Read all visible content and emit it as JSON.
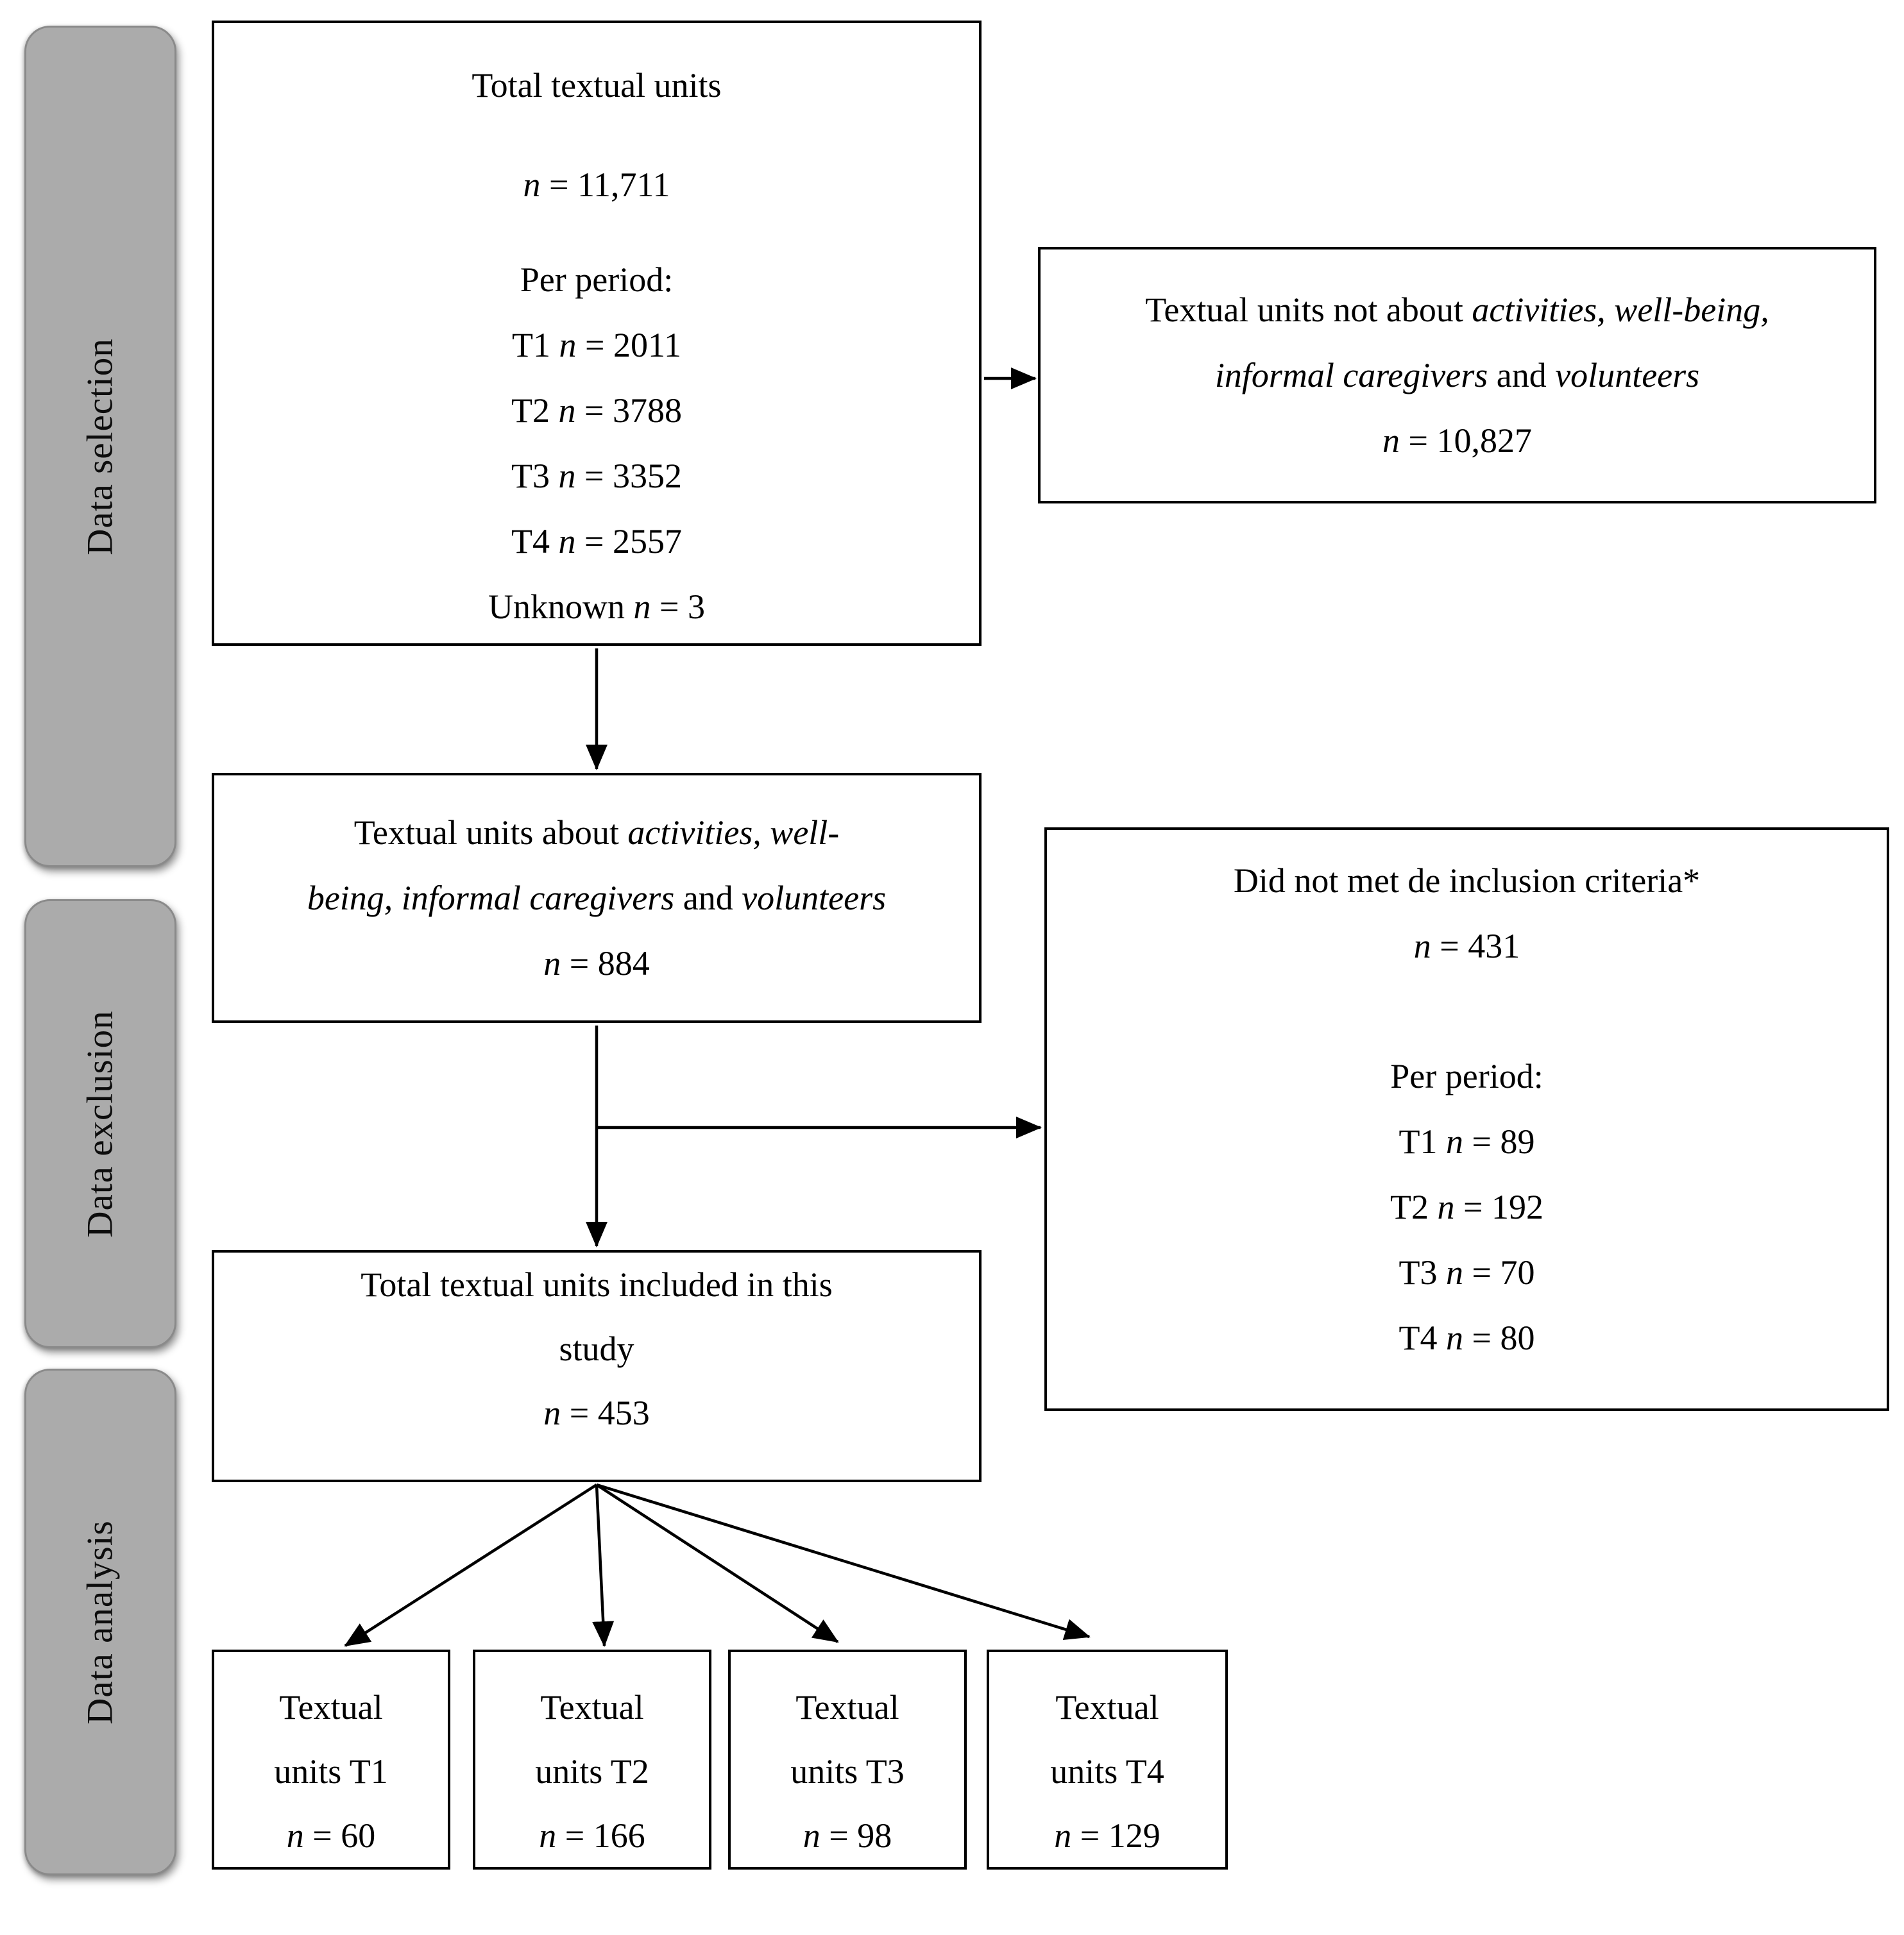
{
  "palette": {
    "background": "#ffffff",
    "box_border": "#000000",
    "text": "#000000",
    "sidebar_fill": "#ababab",
    "sidebar_border": "#8a8a8a",
    "arrow": "#000000"
  },
  "sidebar": {
    "items": [
      {
        "label": "Data selection"
      },
      {
        "label": "Data exclusion"
      },
      {
        "label": "Data analysis"
      }
    ]
  },
  "boxes": {
    "total": {
      "lines": [
        [
          {
            "t": "Total textual units"
          }
        ],
        [
          {
            "t": "n",
            "i": true
          },
          {
            "t": " = 11,711"
          }
        ],
        [
          {
            "t": "Per period:"
          }
        ],
        [
          {
            "t": "T1 "
          },
          {
            "t": "n",
            "i": true
          },
          {
            "t": " = 2011"
          }
        ],
        [
          {
            "t": "T2 "
          },
          {
            "t": "n",
            "i": true
          },
          {
            "t": " = 3788"
          }
        ],
        [
          {
            "t": "T3 "
          },
          {
            "t": "n",
            "i": true
          },
          {
            "t": " = 3352"
          }
        ],
        [
          {
            "t": "T4 "
          },
          {
            "t": "n",
            "i": true
          },
          {
            "t": " = 2557"
          }
        ],
        [
          {
            "t": "Unknown "
          },
          {
            "t": "n",
            "i": true
          },
          {
            "t": " = 3"
          }
        ]
      ]
    },
    "not_about": {
      "lines": [
        [
          {
            "t": "Textual units not about "
          },
          {
            "t": "activities, well-being,",
            "i": true
          }
        ],
        [
          {
            "t": "informal caregivers",
            "i": true
          },
          {
            "t": " and "
          },
          {
            "t": "volunteers",
            "i": true
          }
        ],
        [
          {
            "t": "n",
            "i": true
          },
          {
            "t": " = 10,827"
          }
        ]
      ]
    },
    "about": {
      "lines": [
        [
          {
            "t": "Textual units about "
          },
          {
            "t": "activities, well-",
            "i": true
          }
        ],
        [
          {
            "t": "being, informal caregivers",
            "i": true
          },
          {
            "t": " and "
          },
          {
            "t": "volunteers",
            "i": true
          }
        ],
        [
          {
            "t": "n",
            "i": true
          },
          {
            "t": " = 884"
          }
        ]
      ]
    },
    "excluded": {
      "lines": [
        [
          {
            "t": "Did not met de inclusion criteria*"
          }
        ],
        [
          {
            "t": "n",
            "i": true
          },
          {
            "t": " = 431"
          }
        ],
        [
          {
            "t": "Per period:"
          }
        ],
        [
          {
            "t": "T1 "
          },
          {
            "t": "n",
            "i": true
          },
          {
            "t": " = 89"
          }
        ],
        [
          {
            "t": "T2 "
          },
          {
            "t": "n",
            "i": true
          },
          {
            "t": " = 192"
          }
        ],
        [
          {
            "t": "T3 "
          },
          {
            "t": "n",
            "i": true
          },
          {
            "t": " = 70"
          }
        ],
        [
          {
            "t": "T4 "
          },
          {
            "t": "n",
            "i": true
          },
          {
            "t": " = 80"
          }
        ]
      ]
    },
    "included": {
      "lines": [
        [
          {
            "t": "Total textual units included in this"
          }
        ],
        [
          {
            "t": "study"
          }
        ],
        [
          {
            "t": "n",
            "i": true
          },
          {
            "t": " = 453"
          }
        ]
      ]
    },
    "t1": {
      "lines": [
        [
          {
            "t": "Textual"
          }
        ],
        [
          {
            "t": "units T1"
          }
        ],
        [
          {
            "t": "n",
            "i": true
          },
          {
            "t": " = 60"
          }
        ]
      ]
    },
    "t2": {
      "lines": [
        [
          {
            "t": "Textual"
          }
        ],
        [
          {
            "t": "units T2"
          }
        ],
        [
          {
            "t": "n",
            "i": true
          },
          {
            "t": " = 166"
          }
        ]
      ]
    },
    "t3": {
      "lines": [
        [
          {
            "t": "Textual"
          }
        ],
        [
          {
            "t": "units T3"
          }
        ],
        [
          {
            "t": "n",
            "i": true
          },
          {
            "t": " = 98"
          }
        ]
      ]
    },
    "t4": {
      "lines": [
        [
          {
            "t": "Textual"
          }
        ],
        [
          {
            "t": "units T4"
          }
        ],
        [
          {
            "t": "n",
            "i": true
          },
          {
            "t": " = 129"
          }
        ]
      ]
    }
  }
}
